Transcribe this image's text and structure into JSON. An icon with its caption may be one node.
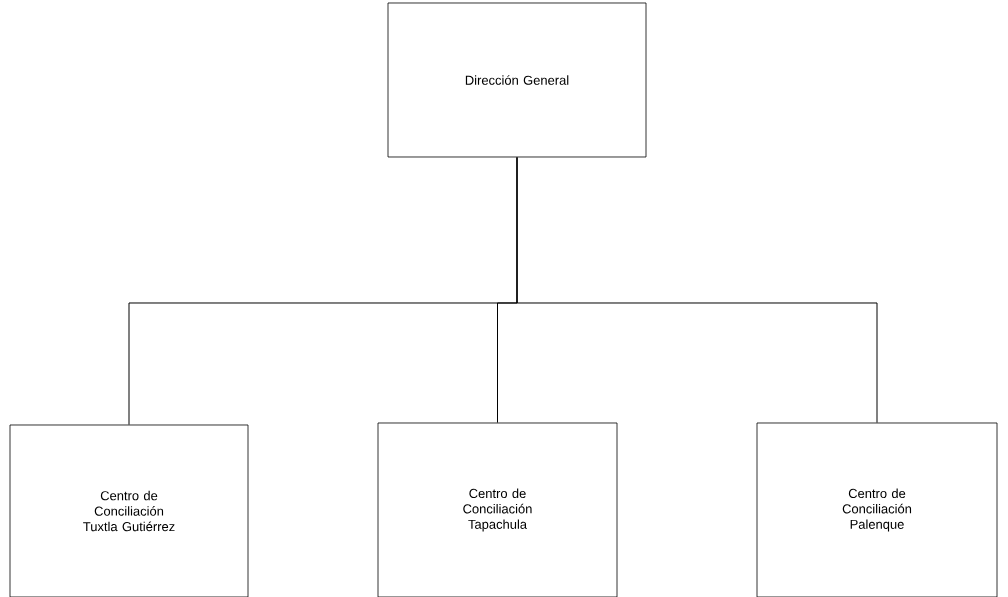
{
  "diagram": {
    "nodes": [
      {
        "text": [
          "Dirección General"
        ]
      },
      {
        "text": [
          "Centro de Conciliación Tuxtla Gutiérrez"
        ]
      },
      {
        "text": [
          "Centro de Conciliación Tapachula"
        ]
      },
      {
        "text": [
          "Centro de Conciliación Palenque"
        ]
      }
    ],
    "edges": [
      {
        "from": 0,
        "to": 1,
        "arrow": "none"
      },
      {
        "from": 0,
        "to": 2,
        "arrow": "none"
      },
      {
        "from": 0,
        "to": 3,
        "arrow": "none"
      }
    ]
  }
}
